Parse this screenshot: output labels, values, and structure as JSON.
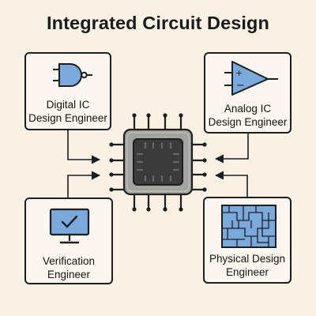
{
  "title": "Integrated Circuit Design",
  "roles": {
    "digital": {
      "label": "Digital IC\nDesign Engineer",
      "icon": "nand-gate-icon"
    },
    "analog": {
      "label": "Analog IC\nDesign Engineer",
      "icon": "op-amp-icon"
    },
    "verification": {
      "label": "Verification\nEngineer",
      "icon": "monitor-checkmark-icon"
    },
    "physical": {
      "label": "Physical Design\nEngineer",
      "icon": "layout-grid-icon"
    }
  },
  "center": {
    "icon": "microchip-icon"
  },
  "colors": {
    "background": "#f8f1e4",
    "accent_blue": "#7aa9dc",
    "chip_body": "#9c9c98",
    "chip_core": "#3a3a3a",
    "outline": "#1e1e1e"
  }
}
